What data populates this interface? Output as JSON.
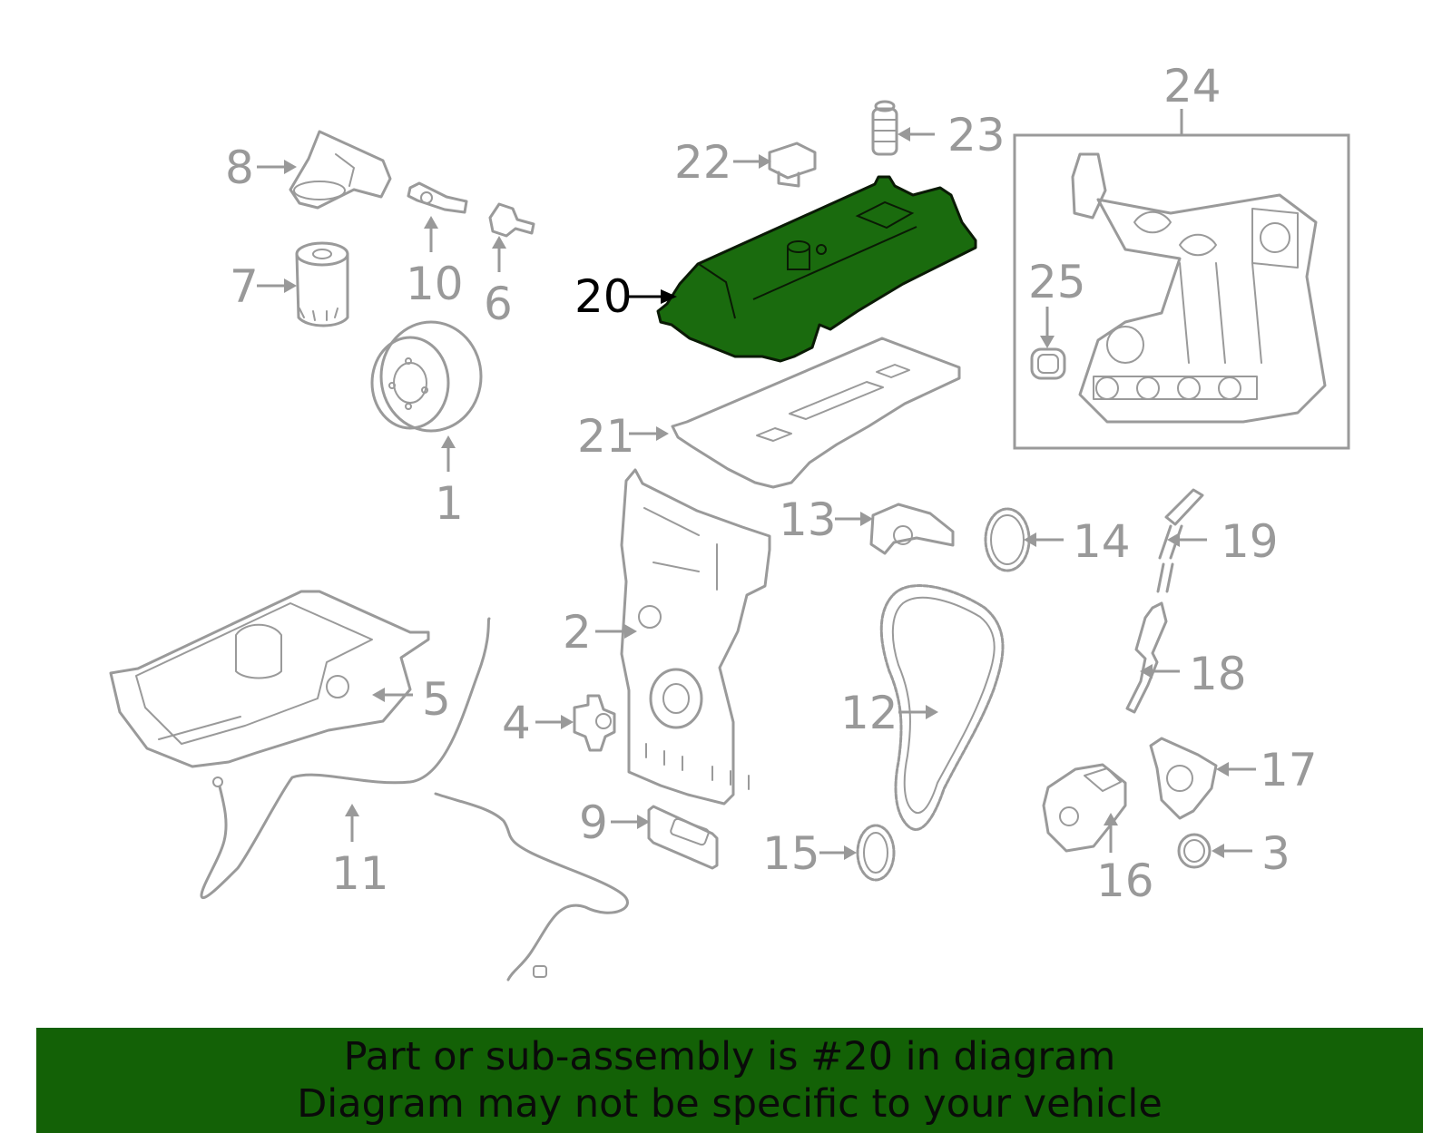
{
  "diagram": {
    "highlighted_part": "20",
    "callouts": {
      "c1": "1",
      "c2": "2",
      "c3": "3",
      "c4": "4",
      "c5": "5",
      "c6": "6",
      "c7": "7",
      "c8": "8",
      "c9": "9",
      "c10": "10",
      "c11": "11",
      "c12": "12",
      "c13": "13",
      "c14": "14",
      "c15": "15",
      "c16": "16",
      "c17": "17",
      "c18": "18",
      "c19": "19",
      "c20": "20",
      "c21": "21",
      "c22": "22",
      "c23": "23",
      "c24": "24",
      "c25": "25"
    },
    "colors": {
      "highlight_fill": "#1a6b0e",
      "banner_background": "#136106",
      "label_gray": "#999999",
      "label_active": "#000000"
    }
  },
  "banner": {
    "line1": "Part or sub-assembly is #20 in diagram",
    "line2": "Diagram may not be specific to your vehicle"
  }
}
